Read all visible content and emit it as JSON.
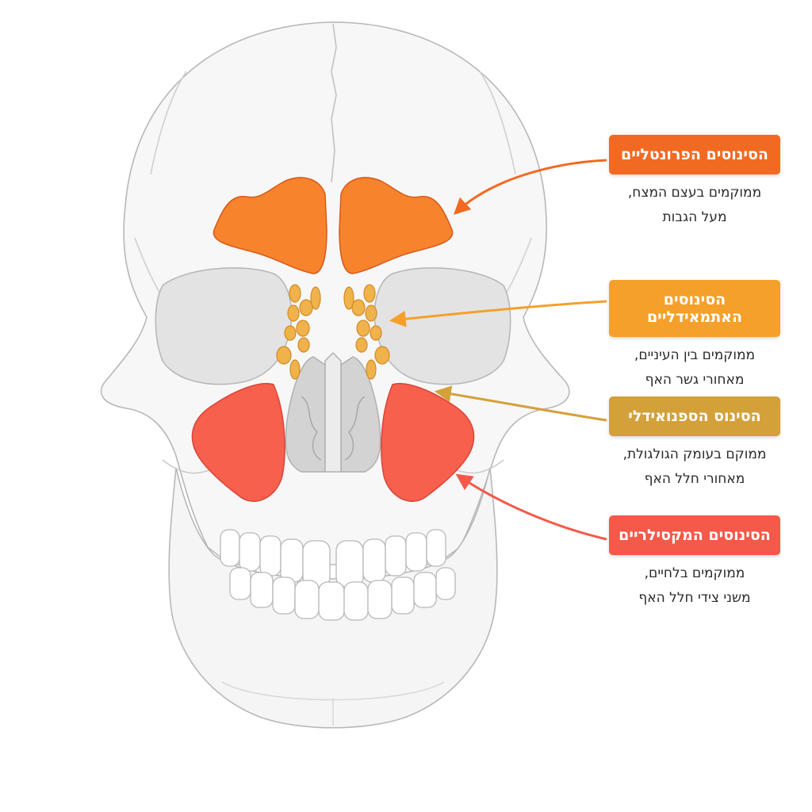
{
  "colors": {
    "frontal": "#f26a21",
    "ethmoid": "#f5a02b",
    "sphenoid": "#d4a03a",
    "maxillary": "#f4594a",
    "frontal_fill": "#f7842c",
    "ethmoid_fill": "#f0b24a",
    "maxillary_fill": "#f6604c",
    "bone_stroke": "#b8b8b8",
    "shadow": "#dcdcdc"
  },
  "labels": {
    "frontal": {
      "title": "הסינוסים הפרונטליים",
      "desc_line1": "ממוקמים בעצם המצח,",
      "desc_line2": "מעל הגבות"
    },
    "ethmoid": {
      "title": "הסינוסים האתמאידליים",
      "desc_line1": "ממוקמים בין העיניים,",
      "desc_line2": "מאחורי גשר האף"
    },
    "sphenoid": {
      "title": "הסינוס הספנואידלי",
      "desc_line1": "ממוקם בעומק הגולגולת,",
      "desc_line2": "מאחורי חלל האף"
    },
    "maxillary": {
      "title": "הסינוסים המקסילריים",
      "desc_line1": "ממוקמים בלחיים,",
      "desc_line2": "משני צידי חלל האף"
    }
  }
}
